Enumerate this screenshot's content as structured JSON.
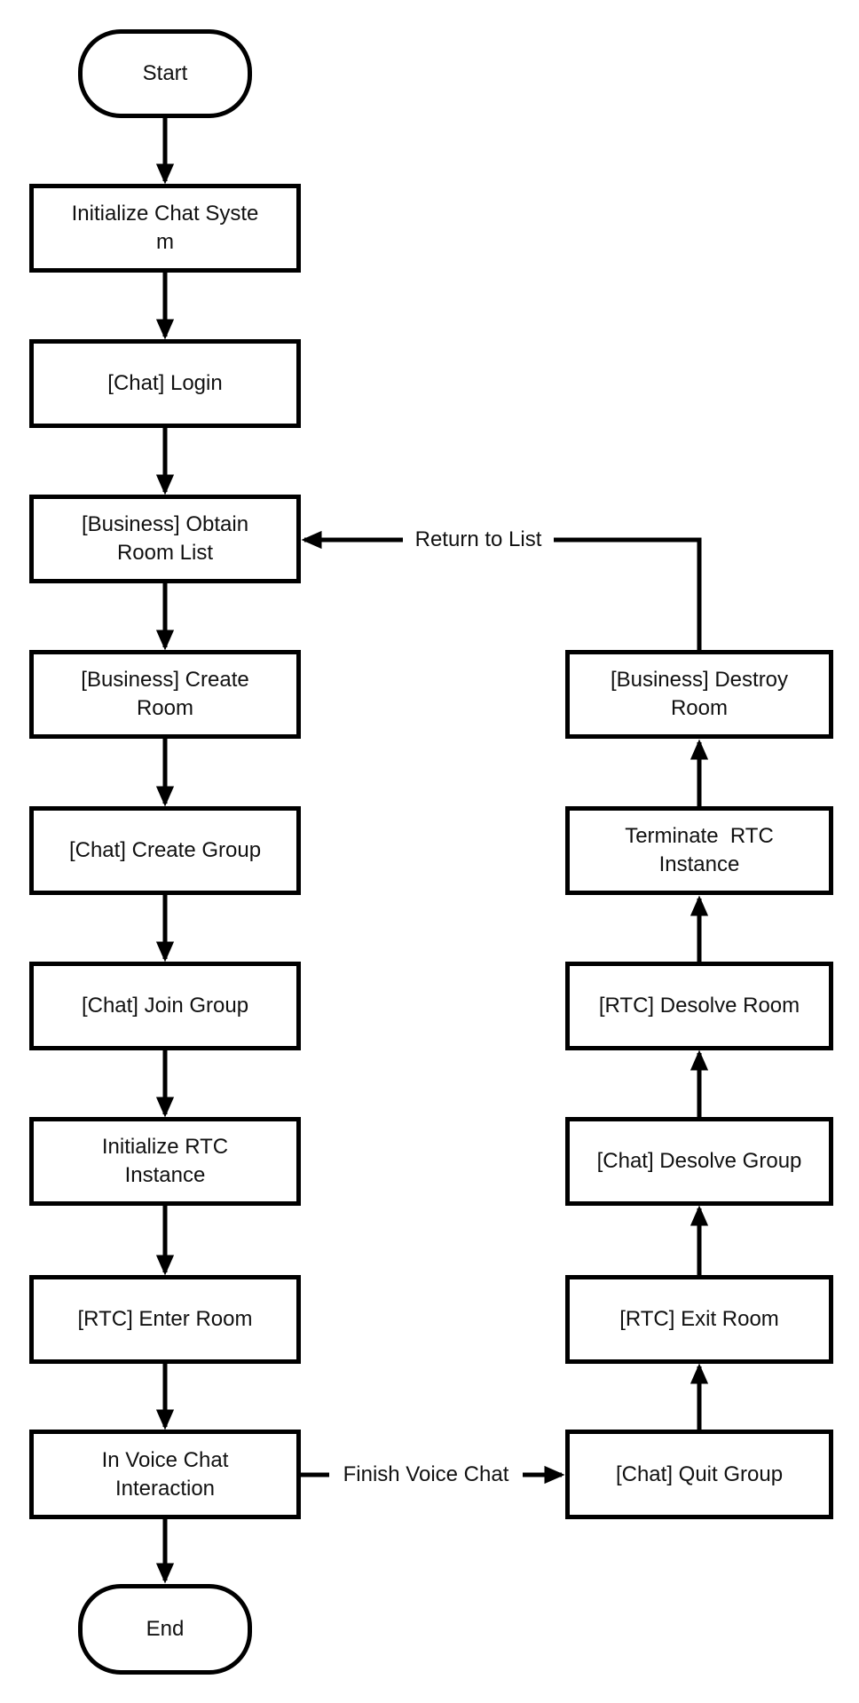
{
  "diagram": {
    "type": "flowchart",
    "background": "#ffffff",
    "stroke_color": "#000000",
    "text_color": "#111111",
    "nodes": [
      {
        "id": "start",
        "shape": "stadium",
        "label": "Start"
      },
      {
        "id": "initialize-chat-system",
        "shape": "rect",
        "label": "Initialize Chat Syste\nm"
      },
      {
        "id": "chat-login",
        "shape": "rect",
        "label": "[Chat] Login"
      },
      {
        "id": "business-obtain-room-list",
        "shape": "rect",
        "label": "[Business] Obtain\nRoom List"
      },
      {
        "id": "business-create-room",
        "shape": "rect",
        "label": "[Business] Create\nRoom"
      },
      {
        "id": "chat-create-group",
        "shape": "rect",
        "label": "[Chat] Create Group"
      },
      {
        "id": "chat-join-group",
        "shape": "rect",
        "label": "[Chat] Join Group"
      },
      {
        "id": "initialize-rtc-instance",
        "shape": "rect",
        "label": "Initialize RTC\nInstance"
      },
      {
        "id": "rtc-enter-room",
        "shape": "rect",
        "label": "[RTC] Enter Room"
      },
      {
        "id": "in-voice-chat-interaction",
        "shape": "rect",
        "label": "In Voice Chat\nInteraction"
      },
      {
        "id": "end",
        "shape": "stadium",
        "label": "End"
      },
      {
        "id": "chat-quit-group",
        "shape": "rect",
        "label": "[Chat] Quit Group"
      },
      {
        "id": "rtc-exit-room",
        "shape": "rect",
        "label": "[RTC] Exit Room"
      },
      {
        "id": "chat-desolve-group",
        "shape": "rect",
        "label": "[Chat] Desolve Group"
      },
      {
        "id": "rtc-desolve-room",
        "shape": "rect",
        "label": "[RTC] Desolve Room"
      },
      {
        "id": "terminate-rtc-instance",
        "shape": "rect",
        "label": "Terminate  RTC\nInstance"
      },
      {
        "id": "business-destroy-room",
        "shape": "rect",
        "label": "[Business] Destroy\nRoom"
      }
    ],
    "edges": [
      {
        "from": "start",
        "to": "initialize-chat-system",
        "label": ""
      },
      {
        "from": "initialize-chat-system",
        "to": "chat-login",
        "label": ""
      },
      {
        "from": "chat-login",
        "to": "business-obtain-room-list",
        "label": ""
      },
      {
        "from": "business-obtain-room-list",
        "to": "business-create-room",
        "label": ""
      },
      {
        "from": "business-create-room",
        "to": "chat-create-group",
        "label": ""
      },
      {
        "from": "chat-create-group",
        "to": "chat-join-group",
        "label": ""
      },
      {
        "from": "chat-join-group",
        "to": "initialize-rtc-instance",
        "label": ""
      },
      {
        "from": "initialize-rtc-instance",
        "to": "rtc-enter-room",
        "label": ""
      },
      {
        "from": "rtc-enter-room",
        "to": "in-voice-chat-interaction",
        "label": ""
      },
      {
        "from": "in-voice-chat-interaction",
        "to": "end",
        "label": ""
      },
      {
        "from": "in-voice-chat-interaction",
        "to": "chat-quit-group",
        "label": "Finish Voice Chat"
      },
      {
        "from": "chat-quit-group",
        "to": "rtc-exit-room",
        "label": ""
      },
      {
        "from": "rtc-exit-room",
        "to": "chat-desolve-group",
        "label": ""
      },
      {
        "from": "chat-desolve-group",
        "to": "rtc-desolve-room",
        "label": ""
      },
      {
        "from": "rtc-desolve-room",
        "to": "terminate-rtc-instance",
        "label": ""
      },
      {
        "from": "terminate-rtc-instance",
        "to": "business-destroy-room",
        "label": ""
      },
      {
        "from": "business-destroy-room",
        "to": "business-obtain-room-list",
        "label": "Return to List"
      }
    ]
  }
}
